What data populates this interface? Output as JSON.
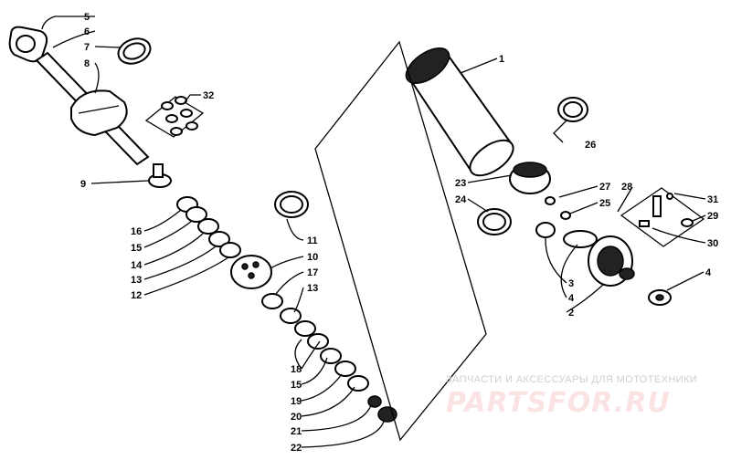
{
  "callouts": [
    "1",
    "2",
    "3",
    "4",
    "4",
    "5",
    "6",
    "7",
    "8",
    "9",
    "10",
    "11",
    "12",
    "13",
    "13",
    "14",
    "15",
    "15",
    "16",
    "17",
    "18",
    "19",
    "20",
    "21",
    "22",
    "23",
    "24",
    "25",
    "26",
    "27",
    "28",
    "29",
    "30",
    "31",
    "32"
  ],
  "watermark": {
    "caption": "ЗАПЧАСТИ И АКСЕССУАРЫ ДЛЯ МОТОТЕХНИКИ",
    "logo": "PARTSFOR.RU"
  }
}
